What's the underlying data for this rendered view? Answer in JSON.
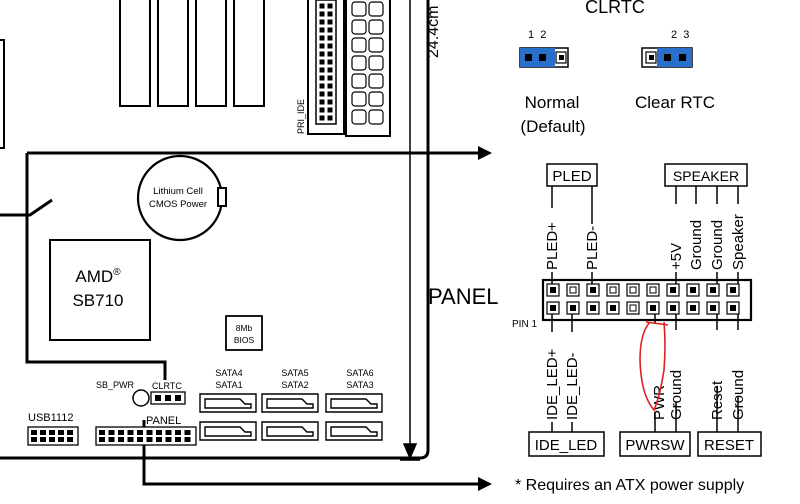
{
  "board": {
    "dimension_label": "24.4cm",
    "pri_ide_label": "PRI_IDE",
    "battery_label_line1": "Lithium Cell",
    "battery_label_line2": "CMOS Power",
    "chipset_brand": "AMD",
    "chipset_reg": "®",
    "chipset_model": "SB710",
    "bios_line1": "8Mb",
    "bios_line2": "BIOS",
    "sb_pwr_label": "SB_PWR",
    "clrtc_label": "CLRTC",
    "usb_label": "USB1112",
    "panel_label": "PANEL",
    "sata_labels": [
      {
        "top": "SATA4",
        "bottom": "SATA1"
      },
      {
        "top": "SATA5",
        "bottom": "SATA2"
      },
      {
        "top": "SATA6",
        "bottom": "SATA3"
      }
    ]
  },
  "clrtc": {
    "title": "CLRTC",
    "normal_pins": "1  2",
    "clear_pins": "2  3",
    "normal_label": "Normal",
    "normal_sub": "(Default)",
    "clear_label": "Clear RTC",
    "accent_color": "#2a6fc9"
  },
  "panel": {
    "title": "PANEL",
    "pin1_label": "PIN 1",
    "pled_box": "PLED",
    "speaker_box": "SPEAKER",
    "top_pins": [
      "PLED+",
      "PLED-",
      "+5V",
      "Ground",
      "Ground",
      "Speaker"
    ],
    "bottom_pins": [
      "IDE_LED+",
      "IDE_LED-",
      "PWR",
      "Ground",
      "Reset",
      "Ground"
    ],
    "ide_led_box": "IDE_LED",
    "pwrsw_box": "PWRSW",
    "reset_box": "RESET",
    "footnote": "* Requires an ATX power supply",
    "annotation_color": "#e02020"
  }
}
